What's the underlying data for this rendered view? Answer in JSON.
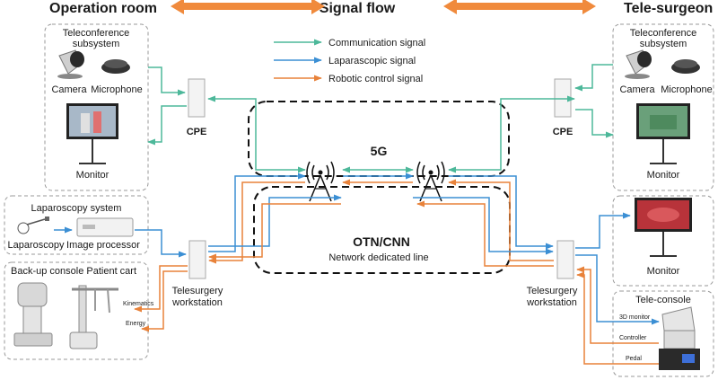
{
  "header": {
    "left": "Operation room",
    "center": "Signal flow",
    "right": "Tele-surgeon"
  },
  "legend": [
    {
      "label": "Communication signal",
      "color": "#4db89a"
    },
    {
      "label": "Laparascopic signal",
      "color": "#3b8fd4"
    },
    {
      "label": "Robotic control signal",
      "color": "#e8823a"
    }
  ],
  "colors": {
    "communication": "#4db89a",
    "laparoscopic": "#3b8fd4",
    "robotic": "#e8823a",
    "header_arrow": "#f08a3c",
    "box_border": "#9a9a9a",
    "network_border": "#111111"
  },
  "left": {
    "teleconference": {
      "title_line1": "Teleconference",
      "title_line2": "subsystem",
      "camera": "Camera",
      "microphone": "Microphone",
      "monitor": "Monitor"
    },
    "cpe": "CPE",
    "laparoscopy": {
      "title": "Laparoscopy system",
      "laparoscopy": "Laparoscopy",
      "image_processor": "Image processor"
    },
    "robot": {
      "title": "Back-up console Patient cart",
      "kinematics": "Kinematics",
      "energy": "Energy"
    },
    "workstation_line1": "Telesurgery",
    "workstation_line2": "workstation"
  },
  "network": {
    "fiveg": "5G",
    "otn_title": "OTN/CNN",
    "otn_subtitle": "Network dedicated line"
  },
  "right": {
    "teleconference": {
      "title_line1": "Teleconference",
      "title_line2": "subsystem",
      "camera": "Camera",
      "microphone": "Microphone",
      "monitor": "Monitor"
    },
    "cpe": "CPE",
    "monitor2": "Monitor",
    "teleconsole": {
      "title": "Tele-console",
      "monitor3d": "3D monitor",
      "controller": "Controller",
      "pedal": "Pedal"
    },
    "workstation_line1": "Telesurgery",
    "workstation_line2": "workstation"
  }
}
